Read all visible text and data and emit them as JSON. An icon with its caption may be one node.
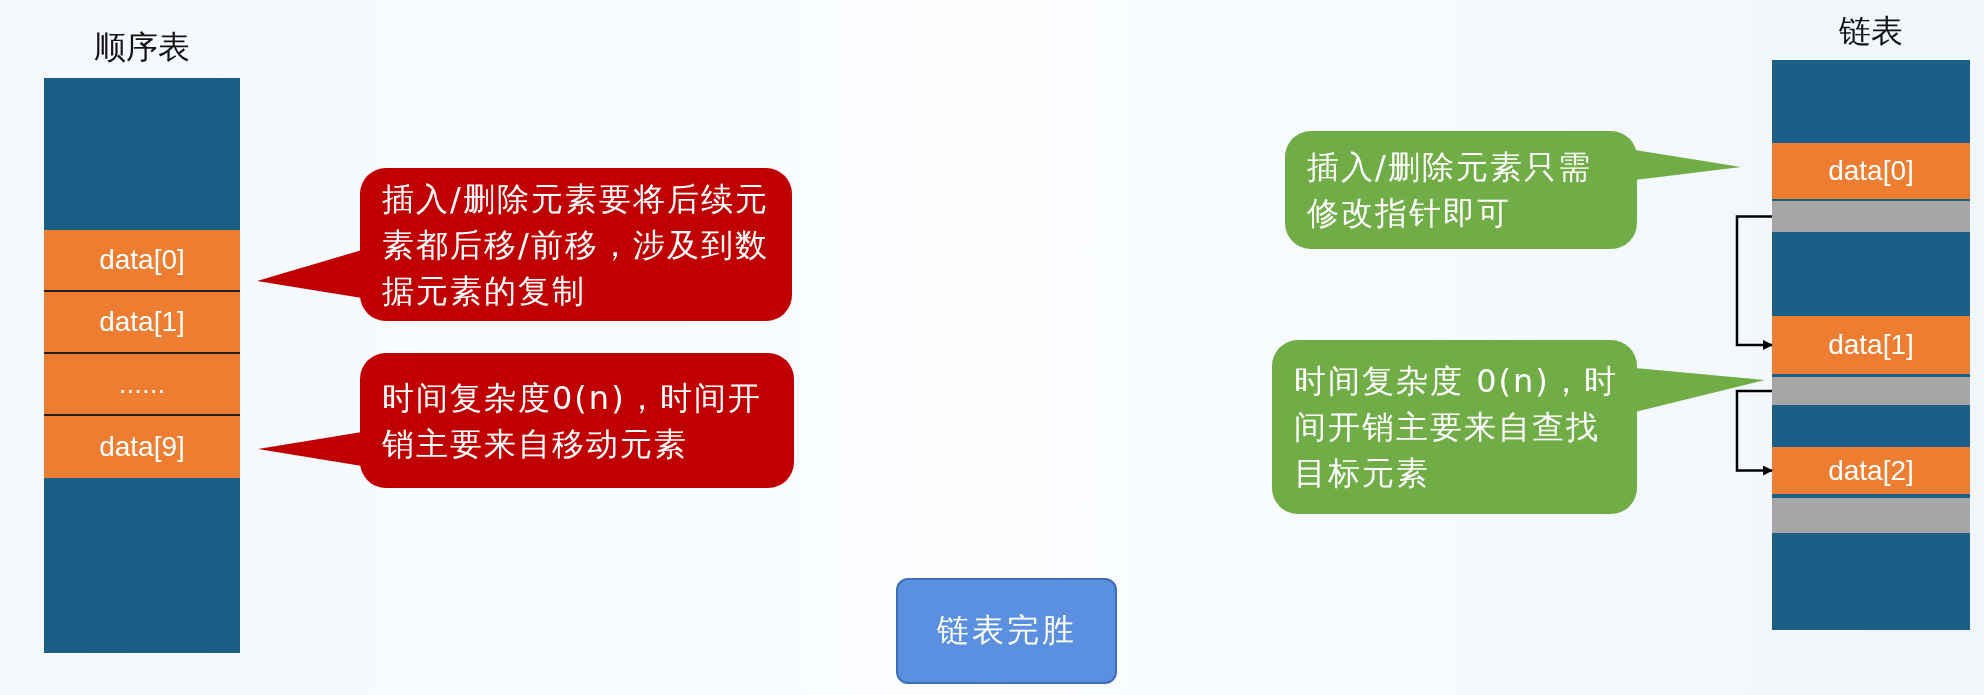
{
  "diagram": {
    "nodes": [
      {
        "text": [
          "顺序表"
        ]
      },
      {
        "text": [
          "data[0]"
        ],
        "in": 0
      },
      {
        "text": [
          "data[1]"
        ],
        "in": 0
      },
      {
        "text": [
          "......"
        ],
        "in": 0
      },
      {
        "text": [
          "data[9]"
        ],
        "in": 0
      },
      {
        "text": [
          "插入/删除元素要将后续元素都后移/前移，涉及到数据元素的复制"
        ]
      },
      {
        "text": [
          "时间复杂度0(n)，时间开销主要来自移动元素"
        ]
      },
      {
        "text": [
          "链表"
        ]
      },
      {
        "text": [
          "data[0]"
        ],
        "in": 7
      },
      {
        "text": [],
        "shape": "bar",
        "in": 7
      },
      {
        "text": [
          "data[1]"
        ],
        "in": 7
      },
      {
        "text": [],
        "shape": "bar",
        "in": 7
      },
      {
        "text": [
          "data[2]"
        ],
        "in": 7
      },
      {
        "text": [],
        "shape": "bar",
        "in": 7
      },
      {
        "text": [
          "插入/删除元素只需修改指针即可"
        ]
      },
      {
        "text": [
          "时间复杂度 0(n)，时间开销主要来自查找目标元素"
        ]
      },
      {
        "text": [
          "链表完胜"
        ]
      }
    ],
    "edges": [
      {
        "from": 9,
        "to": 10,
        "arrow": "to"
      },
      {
        "from": 11,
        "to": 12,
        "arrow": "to"
      }
    ]
  }
}
